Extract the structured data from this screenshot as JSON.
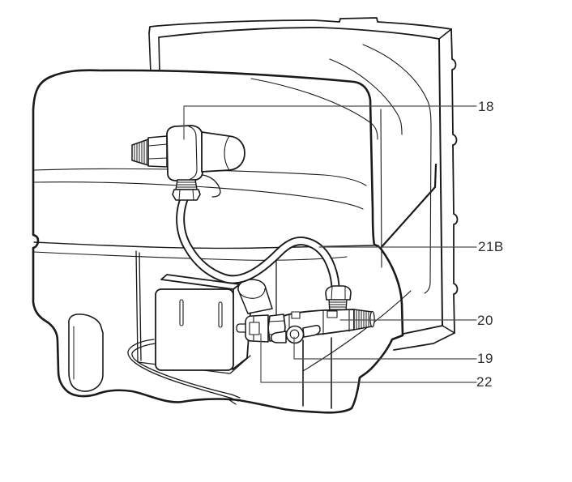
{
  "figure": {
    "kind": "parts-diagram",
    "background_color": "#ffffff",
    "ink_color": "#1a1a1a",
    "leader_color": "#4d4d4d",
    "callouts": [
      {
        "label": "18"
      },
      {
        "label": "21B"
      },
      {
        "label": "20"
      },
      {
        "label": "19"
      },
      {
        "label": "22"
      }
    ]
  }
}
